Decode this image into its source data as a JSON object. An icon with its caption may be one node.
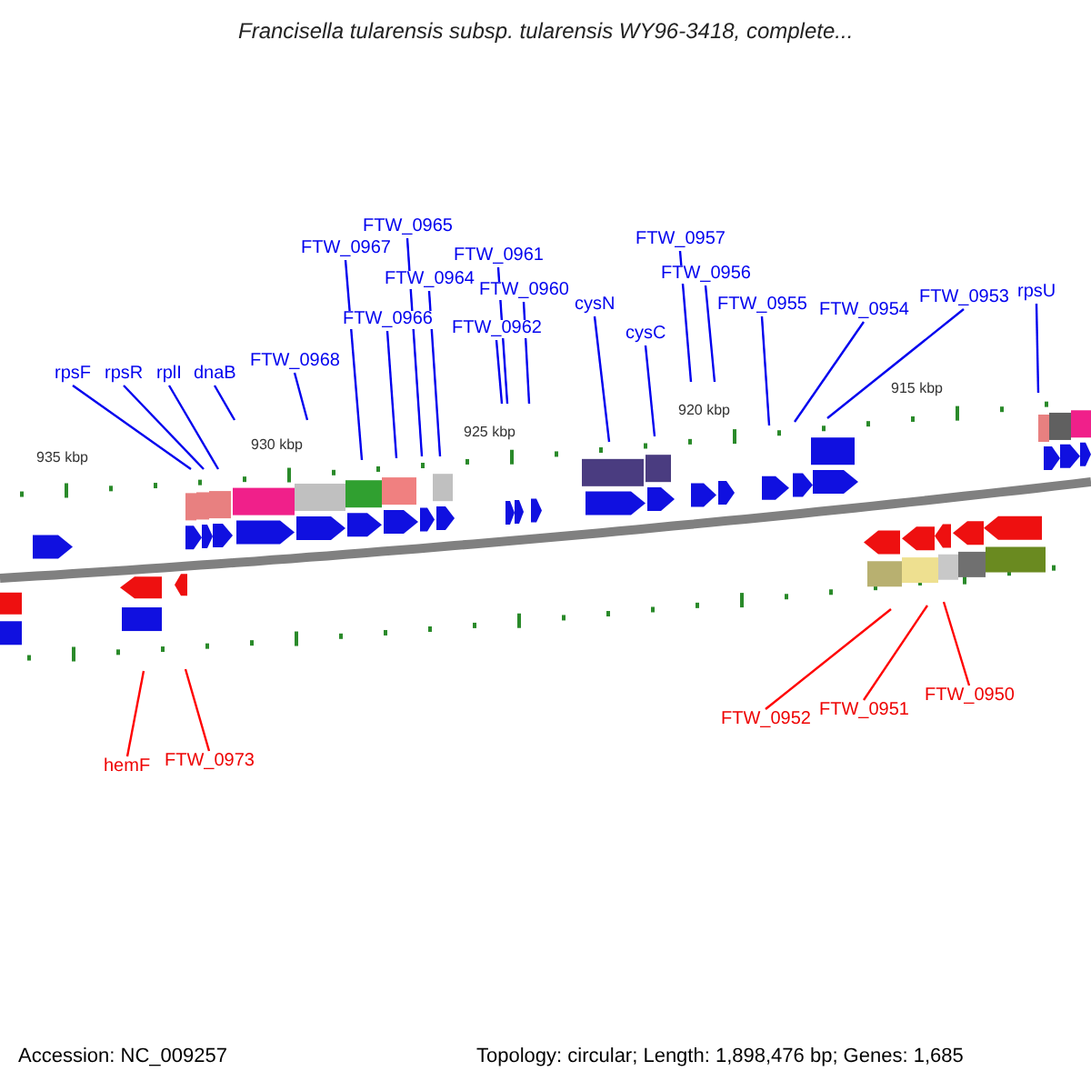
{
  "diagram": {
    "title": "Francisella tularensis subsp. tularensis WY96-3418, complete...",
    "nodes": [
      {
        "text": [
          "rpsF"
        ]
      },
      {
        "text": [
          "rpsR"
        ]
      },
      {
        "text": [
          "rplI"
        ]
      },
      {
        "text": [
          "dnaB"
        ]
      },
      {
        "text": [
          "FTW_0968"
        ]
      },
      {
        "text": [
          "FTW_0967"
        ]
      },
      {
        "text": [
          "FTW_0966"
        ]
      },
      {
        "text": [
          "FTW_0965"
        ]
      },
      {
        "text": [
          "FTW_0964"
        ]
      },
      {
        "text": [
          "FTW_0962"
        ]
      },
      {
        "text": [
          "FTW_0961"
        ]
      },
      {
        "text": [
          "FTW_0960"
        ]
      },
      {
        "text": [
          "cysN"
        ]
      },
      {
        "text": [
          "cysC"
        ]
      },
      {
        "text": [
          "FTW_0957"
        ]
      },
      {
        "text": [
          "FTW_0956"
        ]
      },
      {
        "text": [
          "FTW_0955"
        ]
      },
      {
        "text": [
          "FTW_0954"
        ]
      },
      {
        "text": [
          "FTW_0953"
        ]
      },
      {
        "text": [
          "rpsU"
        ]
      },
      {
        "text": [
          "hemF"
        ]
      },
      {
        "text": [
          "FTW_0973"
        ]
      },
      {
        "text": [
          "FTW_0952"
        ]
      },
      {
        "text": [
          "FTW_0951"
        ]
      },
      {
        "text": [
          "FTW_0950"
        ]
      }
    ],
    "edges": [
      {
        "from": 0,
        "to": null,
        "arrow": "none"
      },
      {
        "from": 1,
        "to": null,
        "arrow": "none"
      },
      {
        "from": 2,
        "to": null,
        "arrow": "none"
      },
      {
        "from": 3,
        "to": null,
        "arrow": "none"
      },
      {
        "from": 4,
        "to": null,
        "arrow": "none"
      },
      {
        "from": 5,
        "to": null,
        "arrow": "none"
      },
      {
        "from": 6,
        "to": null,
        "arrow": "none"
      },
      {
        "from": 7,
        "to": null,
        "arrow": "none"
      },
      {
        "from": 8,
        "to": null,
        "arrow": "none"
      },
      {
        "from": 9,
        "to": null,
        "arrow": "none"
      },
      {
        "from": 10,
        "to": null,
        "arrow": "none"
      },
      {
        "from": 11,
        "to": null,
        "arrow": "none"
      },
      {
        "from": 12,
        "to": null,
        "arrow": "none"
      },
      {
        "from": 13,
        "to": null,
        "arrow": "none"
      },
      {
        "from": 14,
        "to": null,
        "arrow": "none"
      },
      {
        "from": 15,
        "to": null,
        "arrow": "none"
      },
      {
        "from": 16,
        "to": null,
        "arrow": "none"
      },
      {
        "from": 17,
        "to": null,
        "arrow": "none"
      },
      {
        "from": 18,
        "to": null,
        "arrow": "none"
      },
      {
        "from": 19,
        "to": null,
        "arrow": "none"
      },
      {
        "from": 20,
        "to": null,
        "arrow": "none",
        "color": "#ff0000"
      },
      {
        "from": 21,
        "to": null,
        "arrow": "none",
        "color": "#ff0000"
      },
      {
        "from": 22,
        "to": null,
        "arrow": "none",
        "color": "#ff0000"
      },
      {
        "from": 23,
        "to": null,
        "arrow": "none",
        "color": "#ff0000"
      },
      {
        "from": 24,
        "to": null,
        "arrow": "none",
        "color": "#ff0000"
      }
    ],
    "labels": [
      "935 kbp",
      "930 kbp",
      "925 kbp",
      "920 kbp",
      "915 kbp",
      "Accession: NC_009257",
      "Topology: circular; Length: 1,898,476 bp; Genes: 1,685"
    ]
  }
}
